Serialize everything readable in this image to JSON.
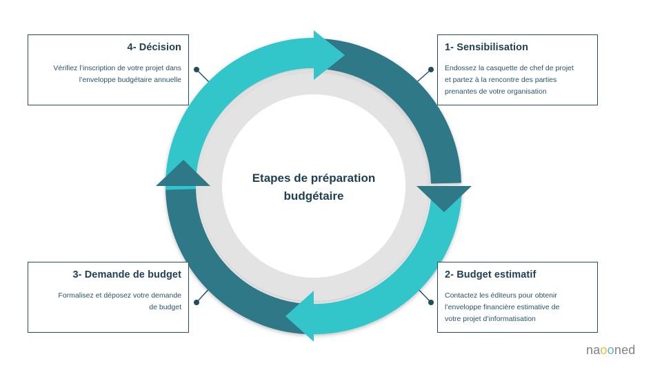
{
  "center": {
    "line1": "Etapes de préparation",
    "line2": "budgétaire"
  },
  "steps": [
    {
      "title": "1- Sensibilisation",
      "lines": [
        "Endossez la casquette de chef de projet",
        "et partez à la rencontre des parties",
        "prenantes de votre organisation"
      ]
    },
    {
      "title": "2- Budget estimatif",
      "lines": [
        "Contactez les éditeurs pour obtenir",
        "l’enveloppe financière estimative de",
        "votre projet d’informatisation"
      ]
    },
    {
      "title": "3- Demande de budget",
      "lines": [
        "Formalisez et déposez  votre demande",
        "de budget"
      ]
    },
    {
      "title": "4- Décision",
      "lines": [
        "Vérifiez l’inscription de votre projet dans",
        "l’enveloppe budgétaire annuelle"
      ]
    }
  ],
  "logo": {
    "part1": "na",
    "part2": "o",
    "part3": "o",
    "part4": "ned"
  },
  "colors": {
    "teal_light": "#33c5c9",
    "teal_dark": "#2f7887",
    "inner_ring": "#e3e3e3",
    "box_border": "#1f4d5c",
    "text_dark": "#1d3f53"
  }
}
